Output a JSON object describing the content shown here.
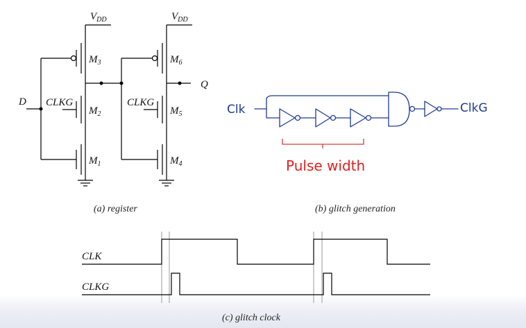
{
  "register": {
    "vdd_left_main": "V",
    "vdd_left_sub": "DD",
    "vdd_right_main": "V",
    "vdd_right_sub": "DD",
    "d_label": "D",
    "q_label": "Q",
    "clkg_left": "CLKG",
    "clkg_right": "CLKG",
    "transistors": [
      {
        "main": "M",
        "sub": "3"
      },
      {
        "main": "M",
        "sub": "2"
      },
      {
        "main": "M",
        "sub": "1"
      },
      {
        "main": "M",
        "sub": "6"
      },
      {
        "main": "M",
        "sub": "5"
      },
      {
        "main": "M",
        "sub": "4"
      }
    ],
    "caption": "(a) register"
  },
  "glitch_gen": {
    "clk_label": "Clk",
    "clkg_label": "ClkG",
    "pulse_label": "Pulse width",
    "caption": "(b) glitch generation",
    "colors": {
      "ink": "#1f3a93",
      "annotation": "#e02020"
    }
  },
  "waveforms": {
    "signals": [
      "CLK",
      "CLKG"
    ],
    "caption": "(c) glitch clock"
  }
}
